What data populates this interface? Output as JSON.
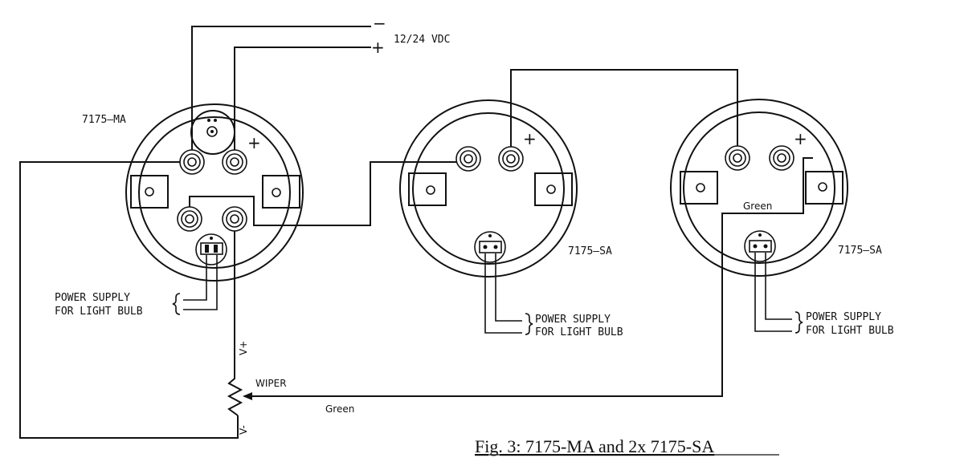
{
  "supply": {
    "minus": "−",
    "plus": "+",
    "voltage": "12/24 VDC"
  },
  "gauges": {
    "ma": {
      "label": "7175–MA",
      "terminal_plus": "+",
      "light_label_1": "POWER SUPPLY",
      "light_label_2": "FOR LIGHT BULB"
    },
    "sa1": {
      "label": "7175–SA",
      "terminal_plus": "+",
      "light_label_1": "POWER SUPPLY",
      "light_label_2": "FOR LIGHT BULB"
    },
    "sa2": {
      "label": "7175–SA",
      "terminal_plus": "+",
      "light_label_1": "POWER SUPPLY",
      "light_label_2": "FOR LIGHT BULB",
      "wire_label": "Green"
    }
  },
  "sender": {
    "v_plus": "V+",
    "v_minus": "V-",
    "wiper": "WIPER",
    "wire_label": "Green"
  },
  "caption": "Fig. 3:  7175-MA and 2x 7175-SA"
}
